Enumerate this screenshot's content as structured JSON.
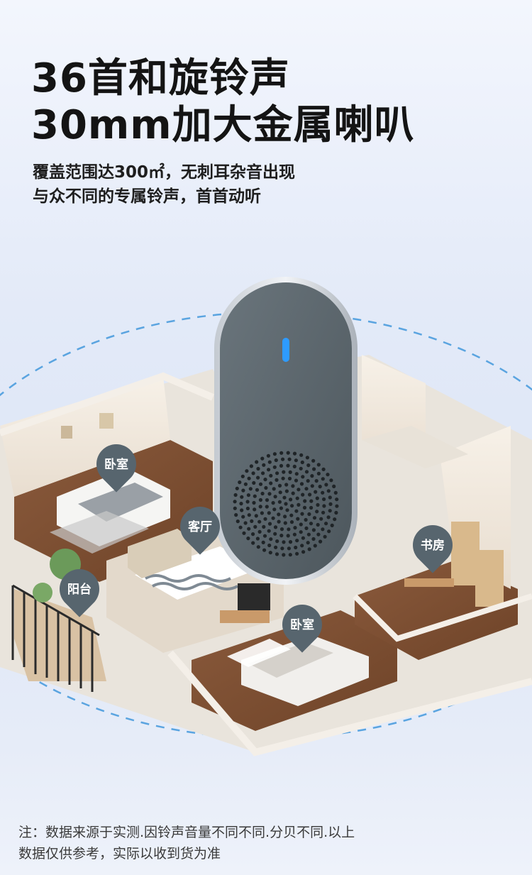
{
  "headline": {
    "line1": "36首和旋铃声",
    "line2": "30mm加大金属喇叭"
  },
  "subtitle": {
    "line1": "覆盖范围达300㎡，无刺耳杂音出现",
    "line2": "与众不同的专属铃声，首首动听"
  },
  "rooms": {
    "bedroom_top": "卧室",
    "living_room": "客厅",
    "balcony": "阳台",
    "study": "书房",
    "bedroom_bottom": "卧室"
  },
  "footer": {
    "line1": "注：数据来源于实测.因铃声音量不同不同.分贝不同.以上",
    "line2": "数据仅供参考，实际以收到货为准"
  },
  "colors": {
    "pin": "#57656e",
    "device_body": "#5b666d",
    "device_rim": "#d9dee4",
    "indicator": "#2e9bff",
    "dashed_ring": "#5aa4e0"
  }
}
